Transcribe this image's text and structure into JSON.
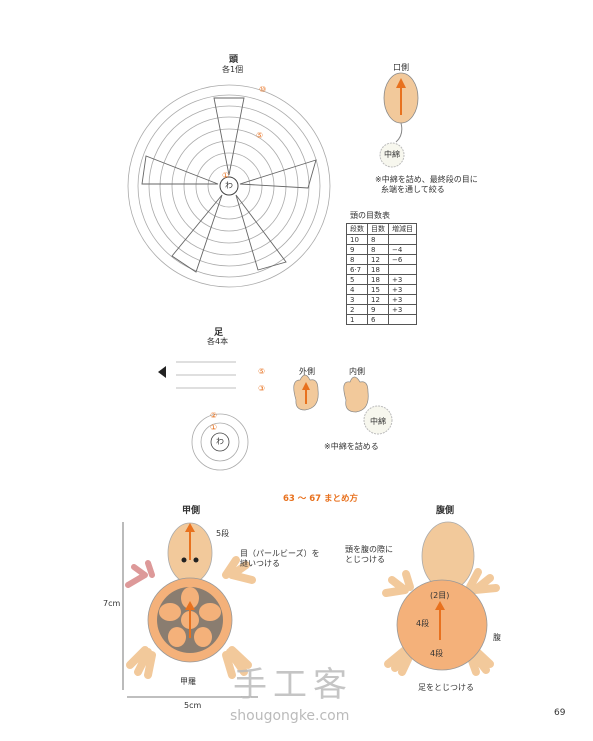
{
  "head": {
    "title": "頭",
    "subtitle": "各1個",
    "markers": [
      "⑩",
      "⑤",
      "①"
    ],
    "ring_label": "わ"
  },
  "mouth": {
    "label": "口側",
    "stuffing": "中綿",
    "note_line1": "※中綿を詰め、最終段の目に",
    "note_line2": "糸端を通して絞る"
  },
  "count_table": {
    "title": "頭の目数表",
    "headers": [
      "段数",
      "目数",
      "増減目"
    ],
    "rows": [
      [
        "10",
        "8",
        ""
      ],
      [
        "9",
        "8",
        "−4"
      ],
      [
        "8",
        "12",
        "−6"
      ],
      [
        "6·7",
        "18",
        ""
      ],
      [
        "5",
        "18",
        "+3"
      ],
      [
        "4",
        "15",
        "+3"
      ],
      [
        "3",
        "12",
        "+3"
      ],
      [
        "2",
        "9",
        "+3"
      ],
      [
        "1",
        "6",
        ""
      ]
    ]
  },
  "legs": {
    "title": "足",
    "subtitle": "各4本",
    "row_marks": [
      "⑤",
      "③"
    ],
    "base_marks": [
      "②",
      "①"
    ],
    "ring_label": "わ",
    "outer_label": "外側",
    "inner_label": "内側",
    "stuffing": "中綿",
    "note": "※中綿を詰める"
  },
  "assembly": {
    "title": "63 ～ 67  まとめ方"
  },
  "top_view": {
    "title": "甲側",
    "rows_note": "5段",
    "eye_note_line1": "目（パールビーズ）を",
    "eye_note_line2": "縫いつける",
    "height": "7cm",
    "width": "5cm",
    "shell_label": "甲羅"
  },
  "belly_view": {
    "title": "腹側",
    "note_line1": "頭を腹の際に",
    "note_line2": "とじつける",
    "rows_2": "(2目)",
    "rows_4a": "4段",
    "rows_4b": "4段",
    "belly_label": "腹",
    "leg_note": "足をとじつける"
  },
  "watermark": {
    "cn": "手工客",
    "url": "shougongke.com"
  },
  "page_number": "69",
  "colors": {
    "accent": "#e8711e",
    "tan": "#f2c99b",
    "shell": "#8a7d70",
    "line": "#555555"
  }
}
